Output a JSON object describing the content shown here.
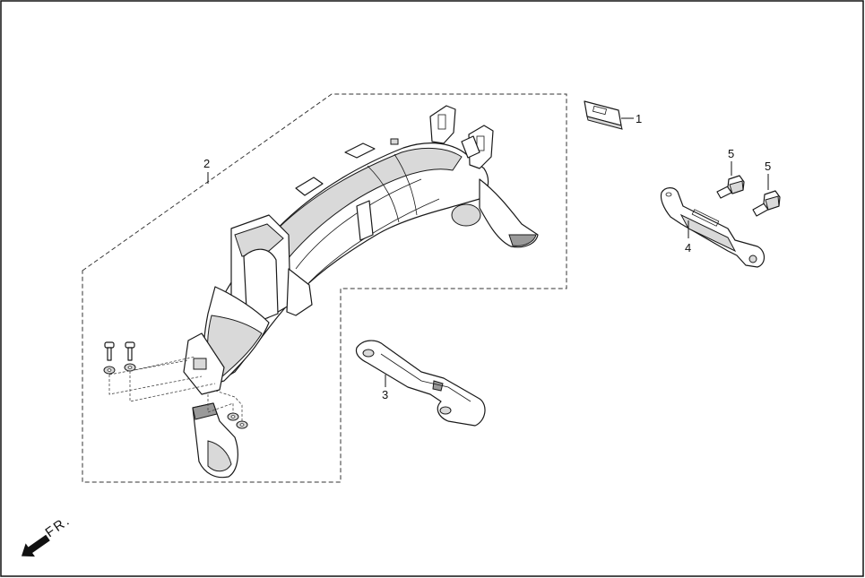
{
  "callouts": [
    {
      "id": "part-1",
      "label": "1"
    },
    {
      "id": "part-2",
      "label": "2"
    },
    {
      "id": "part-3",
      "label": "3"
    },
    {
      "id": "part-4",
      "label": "4"
    },
    {
      "id": "part-5a",
      "label": "5"
    },
    {
      "id": "part-5b",
      "label": "5"
    }
  ],
  "direction": {
    "label": "FR.",
    "icon": "front-direction-arrow-icon"
  },
  "colors": {
    "line": "#1a1a1a",
    "shade": "#d9d9d9",
    "dark_shade": "#9a9a9a",
    "background": "#ffffff"
  }
}
